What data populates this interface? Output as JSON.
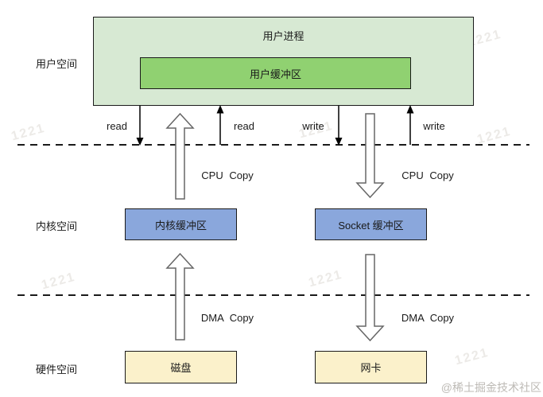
{
  "diagram": {
    "side_labels": {
      "user_space": "用户空间",
      "kernel_space": "内核空间",
      "hardware_space": "硬件空间"
    },
    "boxes": {
      "user_process": {
        "label": "用户进程",
        "fill": "#d7e9d3"
      },
      "user_buffer": {
        "label": "用户缓冲区",
        "fill": "#90d171"
      },
      "kernel_buffer": {
        "label": "内核缓冲区",
        "fill": "#8aa7dc"
      },
      "socket_buffer": {
        "label": "Socket 缓冲区",
        "fill": "#8aa7dc"
      },
      "disk": {
        "label": "磁盘",
        "fill": "#fbf1cb"
      },
      "nic": {
        "label": "网卡",
        "fill": "#fbf1cb"
      }
    },
    "flow_labels": {
      "read_left": "read",
      "read_right": "read",
      "write_left": "write",
      "write_right": "write",
      "cpu_copy_left": "CPU Copy",
      "cpu_copy_right": "CPU Copy",
      "dma_copy_left": "DMA Copy",
      "dma_copy_right": "DMA Copy"
    },
    "colors": {
      "line": "#1a1a1a",
      "big_arrow_stroke": "#666666",
      "big_arrow_fill": "#ffffff"
    }
  },
  "watermarks": [
    {
      "text": "1221"
    },
    {
      "text": "1221"
    },
    {
      "text": "1221"
    },
    {
      "text": "1221"
    },
    {
      "text": "1221"
    },
    {
      "text": "1221"
    },
    {
      "text": "1221"
    }
  ],
  "credit": "@稀土掘金技术社区"
}
